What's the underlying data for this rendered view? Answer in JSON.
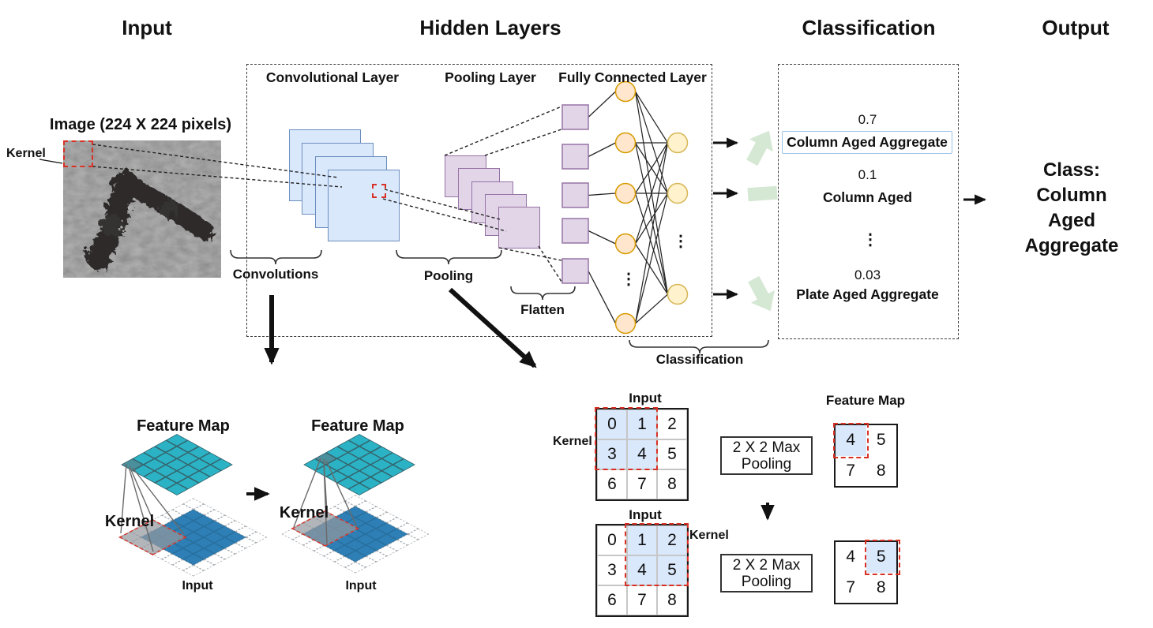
{
  "headers": {
    "input": "Input",
    "hidden_layers": "Hidden Layers",
    "classification": "Classification",
    "output": "Output"
  },
  "hidden_section": {
    "conv_layer_title": "Convolutional Layer",
    "pooling_layer_title": "Pooling Layer",
    "fc_layer_title": "Fully Connected Layer",
    "convolutions_label": "Convolutions",
    "pooling_label": "Pooling",
    "flatten_label": "Flatten",
    "classification_label": "Classification"
  },
  "input_section": {
    "image_title": "Image (224 X 224 pixels)",
    "kernel_label": "Kernel"
  },
  "classification_panel": {
    "items": [
      {
        "prob": "0.7",
        "label": "Column Aged Aggregate",
        "highlighted": true
      },
      {
        "prob": "0.1",
        "label": "Column Aged",
        "highlighted": false
      },
      {
        "prob": "0.03",
        "label": "Plate Aged Aggregate",
        "highlighted": false
      }
    ],
    "ellipsis": "⋮"
  },
  "output_section": {
    "class_text": "Class:\nColumn Aged\nAggregate"
  },
  "vdots": "⋮",
  "conv_example": {
    "diagrams": [
      {
        "feature_map_label": "Feature Map",
        "kernel_label": "Kernel",
        "input_label": "Input"
      },
      {
        "feature_map_label": "Feature Map",
        "kernel_label": "Kernel",
        "input_label": "Input"
      }
    ]
  },
  "pooling_example": {
    "input_label": "Input",
    "kernel_label": "Kernel",
    "feature_map_label": "Feature Map",
    "op_label": "2 X 2 Max Pooling",
    "input_values": [
      [
        0,
        1,
        2
      ],
      [
        3,
        4,
        5
      ],
      [
        6,
        7,
        8
      ]
    ],
    "feature_map_values": [
      [
        4,
        5
      ],
      [
        7,
        8
      ]
    ],
    "kernel1_cells": [
      [
        0,
        0
      ],
      [
        0,
        1
      ],
      [
        1,
        0
      ],
      [
        1,
        1
      ]
    ],
    "kernel2_cells": [
      [
        0,
        1
      ],
      [
        0,
        2
      ],
      [
        1,
        1
      ],
      [
        1,
        2
      ]
    ],
    "fm1_highlight": [
      [
        0,
        0
      ]
    ],
    "fm2_highlight": [
      [
        0,
        1
      ]
    ]
  },
  "colors": {
    "conv_fill": "#dae8fc",
    "conv_border": "#6c8ebf",
    "pool_fill": "#e1d5e7",
    "pool_border": "#9673a6",
    "neuron_orange": "#ffe6cc",
    "neuron_orange_border": "#d79b00",
    "neuron_yellow": "#fff2cc",
    "neuron_yellow_border": "#d6b656",
    "feature_map_teal": "#2bb2c4",
    "feature_map_teal_dark": "#4a8f9c",
    "input_grid_blue": "#2d7fb5",
    "highlight_blue": "#dae8fc",
    "kernel_red": "#d93025",
    "green_icon": "#d5e8d4",
    "selected_box_border": "#9dc3e6"
  }
}
